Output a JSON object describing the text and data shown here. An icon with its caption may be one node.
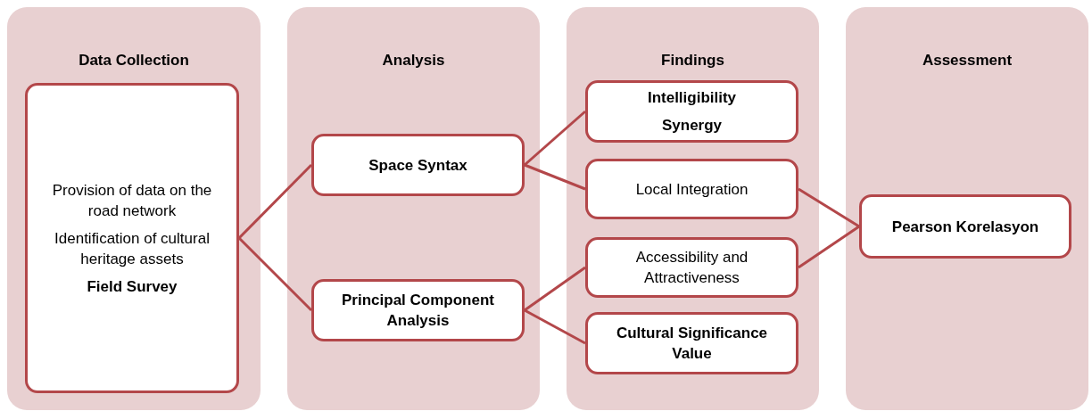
{
  "diagram": {
    "nodes": [
      {
        "text": [
          "Data Collection"
        ]
      },
      {
        "text": [
          "Provision of data on the road network",
          "Identification of cultural heritage assets",
          "Field Survey"
        ],
        "in": 0
      },
      {
        "text": [
          "Analysis"
        ]
      },
      {
        "text": [
          "Space Syntax"
        ],
        "in": 2
      },
      {
        "text": [
          "Principal Component Analysis"
        ],
        "in": 2
      },
      {
        "text": [
          "Findings"
        ]
      },
      {
        "text": [
          "Intelligibility",
          "Synergy"
        ],
        "in": 5
      },
      {
        "text": [
          "Local Integration"
        ],
        "in": 5
      },
      {
        "text": [
          "Accessibility and Attractiveness"
        ],
        "in": 5
      },
      {
        "text": [
          "Cultural Significance Value"
        ],
        "in": 5
      },
      {
        "text": [
          "Assessment"
        ]
      },
      {
        "text": [
          "Pearson Korelasyon"
        ],
        "in": 10
      }
    ],
    "edges": [
      {
        "from": 1,
        "to": 3,
        "arrow": "none"
      },
      {
        "from": 1,
        "to": 4,
        "arrow": "none"
      },
      {
        "from": 3,
        "to": 6,
        "arrow": "none"
      },
      {
        "from": 3,
        "to": 7,
        "arrow": "none"
      },
      {
        "from": 4,
        "to": 8,
        "arrow": "none"
      },
      {
        "from": 4,
        "to": 9,
        "arrow": "none"
      },
      {
        "from": 7,
        "to": 11,
        "arrow": "none"
      },
      {
        "from": 8,
        "to": 11,
        "arrow": "none"
      }
    ]
  }
}
